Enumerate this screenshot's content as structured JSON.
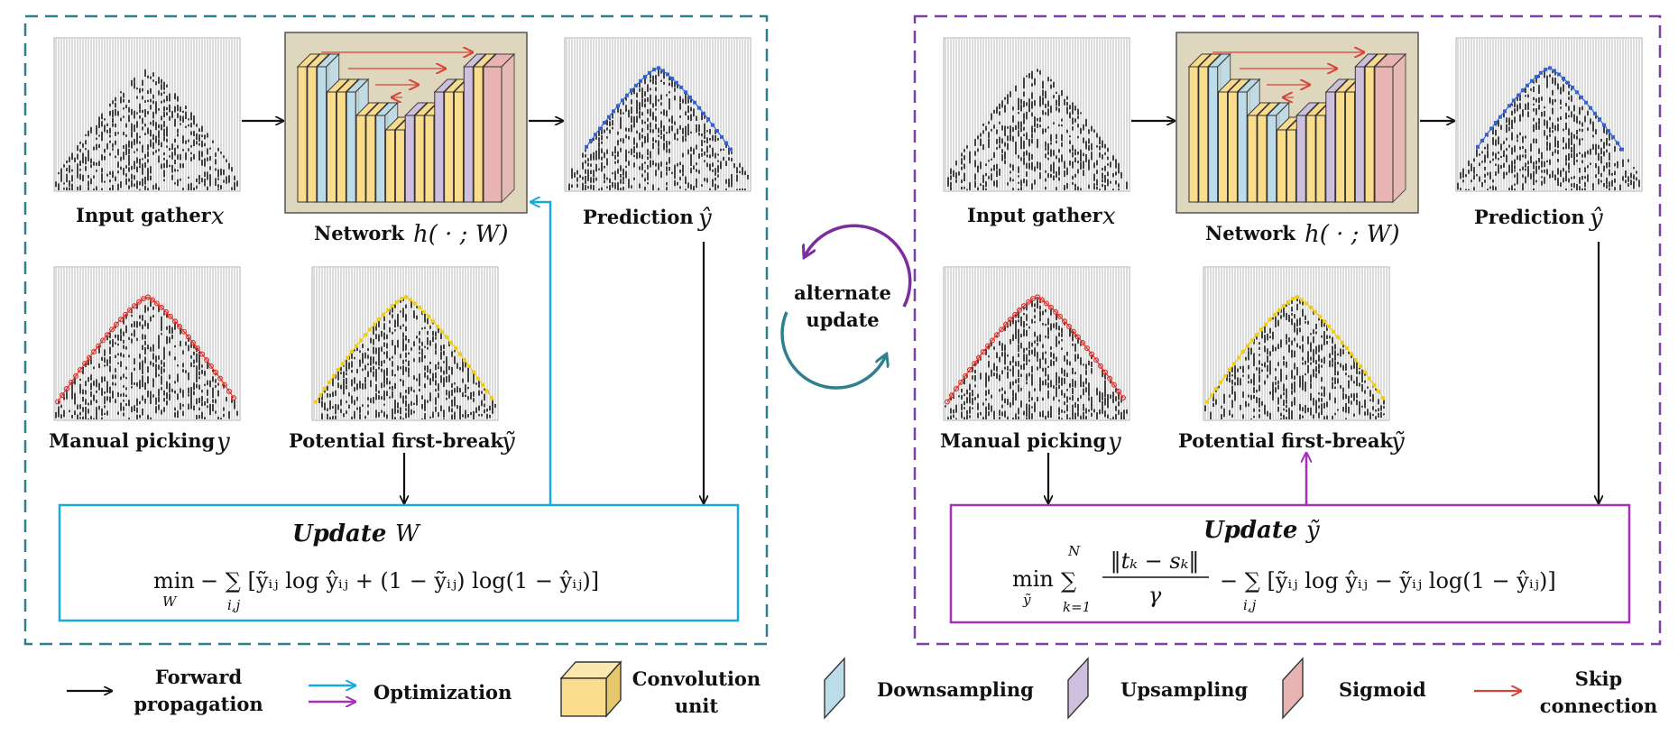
{
  "left_panel": {
    "input_label": "Input gather",
    "input_symbol": "x",
    "network_label": "Network",
    "network_symbol": "h( · ; W)",
    "prediction_label": "Prediction",
    "prediction_symbol": "ŷ",
    "manual_label": "Manual picking",
    "manual_symbol": "y",
    "potential_label": "Potential first-break",
    "potential_symbol": "ỹ",
    "update_word": "Update",
    "update_symbol": "W",
    "eq_min": "min",
    "eq_min_sub": "W",
    "eq_body": "− ∑ [ỹᵢⱼ log ŷᵢⱼ + (1 − ỹᵢⱼ) log(1 − ŷᵢⱼ)]",
    "eq_sum_sub": "i,j"
  },
  "right_panel": {
    "input_label": "Input gather",
    "input_symbol": "x",
    "network_label": "Network",
    "network_symbol": "h( · ; W)",
    "prediction_label": "Prediction",
    "prediction_symbol": "ŷ",
    "manual_label": "Manual picking",
    "manual_symbol": "y",
    "potential_label": "Potential first-break",
    "potential_symbol": "ỹ",
    "update_word": "Update",
    "update_symbol": "ỹ",
    "eq_min": "min",
    "eq_min_sub": "ỹ",
    "eq_sum1_sup": "N",
    "eq_sum1_sub": "k=1",
    "eq_frac_num": "‖tₖ − sₖ‖",
    "eq_frac_den": "γ",
    "eq_body": "− ∑ [ỹᵢⱼ log ŷᵢⱼ − ỹᵢⱼ log(1 − ŷᵢⱼ)]",
    "eq_sum2_sub": "i,j"
  },
  "center": {
    "line1": "alternate",
    "line2": "update"
  },
  "legend": {
    "forward": [
      "Forward",
      "propagation"
    ],
    "optimization": "Optimization",
    "convolution": [
      "Convolution",
      "unit"
    ],
    "downsampling": "Downsampling",
    "upsampling": "Upsampling",
    "sigmoid": "Sigmoid",
    "skip": [
      "Skip",
      "connection"
    ]
  },
  "colors": {
    "left_border": "#2f7f8c",
    "right_border": "#7b3fa8",
    "optimization_left": "#19a9e1",
    "optimization_right": "#a531b8",
    "conv": "#f9dc8c",
    "down": "#bcdcea",
    "up": "#cdbfdd",
    "sigmoid": "#e8b3b3",
    "skip": "#d9423a",
    "pick_red": "#e0302a",
    "pick_yellow": "#f1cc14",
    "pick_blue": "#3463d1",
    "network_bg": "#ded6bd"
  }
}
